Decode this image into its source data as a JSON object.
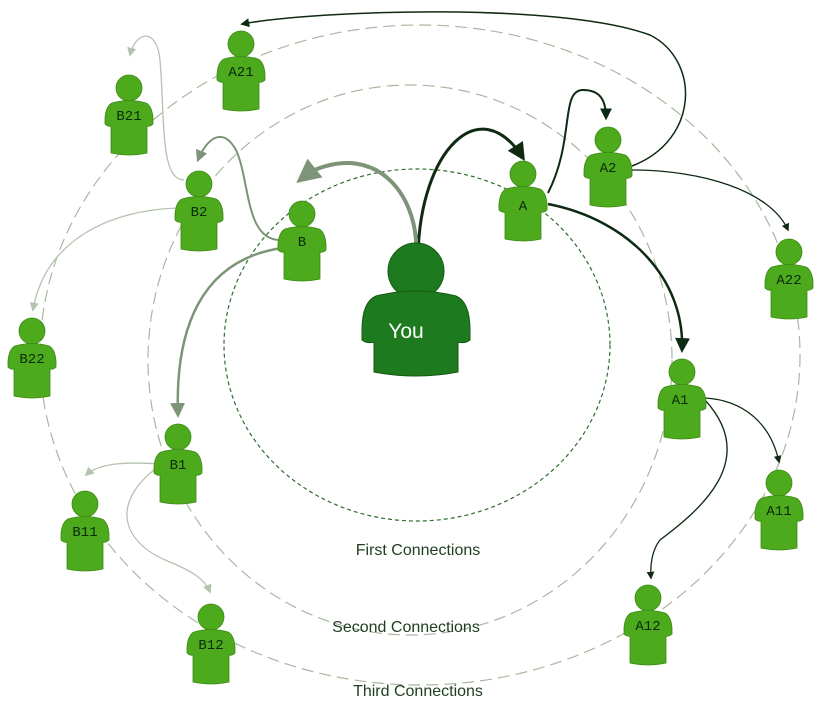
{
  "center_label": "You",
  "ring_labels": {
    "first": "First Connections",
    "second": "Second Connections",
    "third": "Third Connections"
  },
  "nodes": {
    "A": "A",
    "B": "B",
    "A1": "A1",
    "A2": "A2",
    "B1": "B1",
    "B2": "B2",
    "A11": "A11",
    "A12": "A12",
    "A21": "A21",
    "A22": "A22",
    "B11": "B11",
    "B12": "B12",
    "B21": "B21",
    "B22": "B22"
  },
  "colors": {
    "person": "#4caa1c",
    "person_dark": "#3a8a14",
    "you": "#1e7a1e",
    "you_dark": "#145814",
    "ring_first": "#2f6e2f",
    "ring_other": "#a8b8a0",
    "arrow_a_branch": "#0f2a12",
    "arrow_b_branch": "#7d9478",
    "arrow_b_light": "#b4c3ae"
  }
}
